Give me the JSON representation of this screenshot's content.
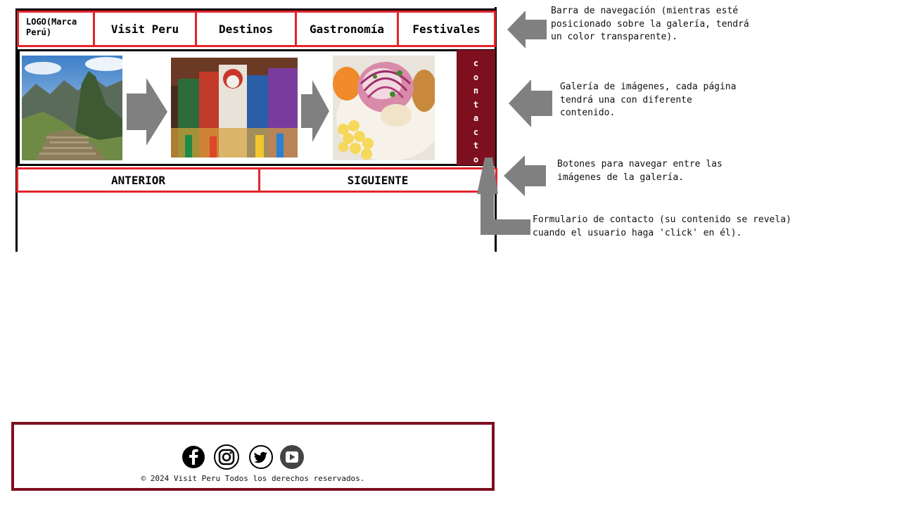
{
  "nav": {
    "logo_line1": "LOGO(Marca",
    "logo_line2": "Perú)",
    "items": [
      {
        "label": "Visit Peru"
      },
      {
        "label": "Destinos"
      },
      {
        "label": "Gastronomía"
      },
      {
        "label": "Festivales"
      }
    ]
  },
  "gallery": {
    "images": [
      {
        "icon": "machu-picchu-photo"
      },
      {
        "icon": "festival-dancers-photo"
      },
      {
        "icon": "ceviche-photo"
      }
    ],
    "contact_tab_letters": [
      "c",
      "o",
      "n",
      "t",
      "a",
      "c",
      "t",
      "o"
    ]
  },
  "pager": {
    "prev_label": "ANTERIOR",
    "next_label": "SIGUIENTE"
  },
  "annotations": {
    "navbar": "Barra de navegación (mientras esté\nposicionado sobre la galería, tendrá\nun color transparente).",
    "gallery": "Galería de imágenes, cada página\ntendrá una con diferente\ncontenido.",
    "buttons": "Botones para navegar entre las\nimágenes de la galería.",
    "contact": "Formulario de contacto (su contenido se revela)\ncuando el usuario haga 'click' en él)."
  },
  "footer": {
    "social": [
      {
        "icon": "facebook-icon"
      },
      {
        "icon": "instagram-icon"
      },
      {
        "icon": "twitter-icon"
      },
      {
        "icon": "youtube-icon"
      }
    ],
    "copyright": "© 2024 Visit Peru Todos los derechos reservados."
  },
  "colors": {
    "nav_border": "#e3242b",
    "contact_tab": "#7d0f1f",
    "footer_border": "#7d0f1f",
    "arrow": "#808080"
  }
}
